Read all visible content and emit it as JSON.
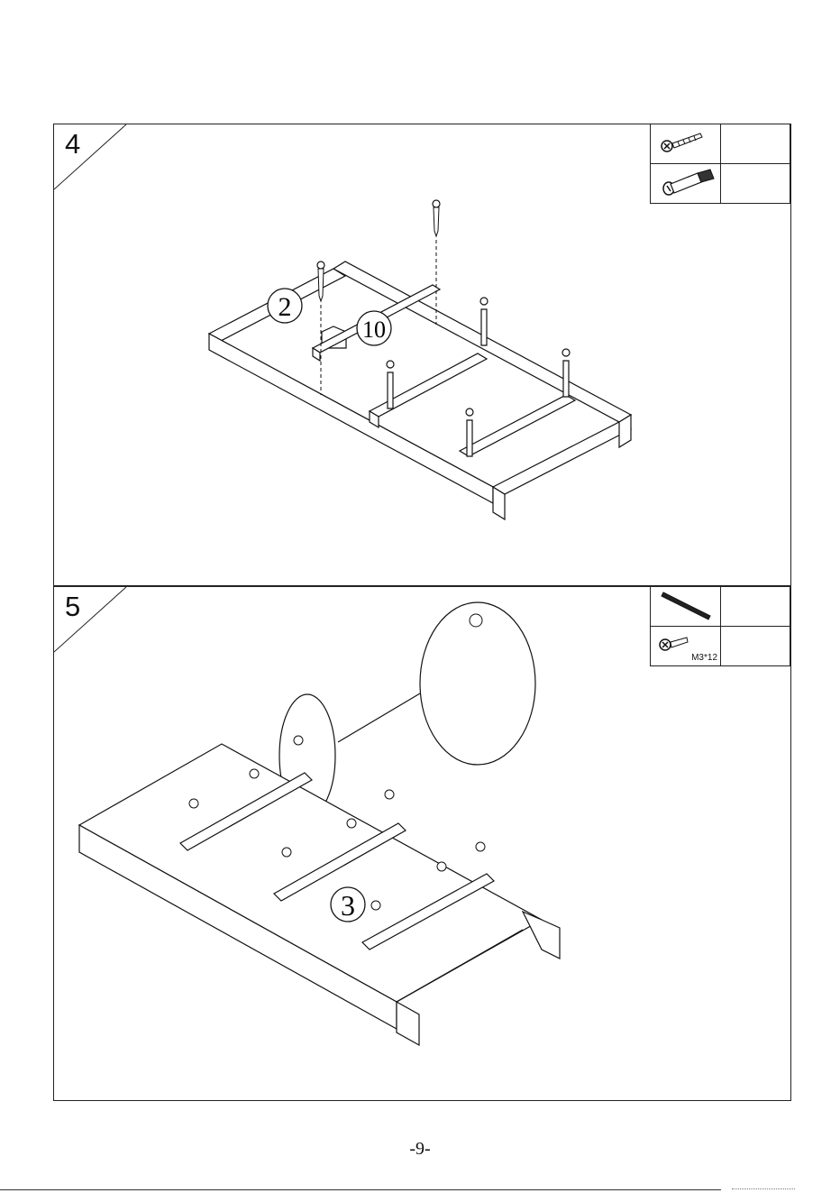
{
  "steps": [
    {
      "number": "4",
      "callouts": [
        "2",
        "10"
      ]
    },
    {
      "number": "5",
      "callouts": [
        "3"
      ],
      "screw_size": "M3*12"
    }
  ],
  "page_number": "-9-",
  "icons": [
    "wood-screw-icon",
    "cam-dowel-icon",
    "wrench-icon",
    "pan-head-screw-icon"
  ]
}
